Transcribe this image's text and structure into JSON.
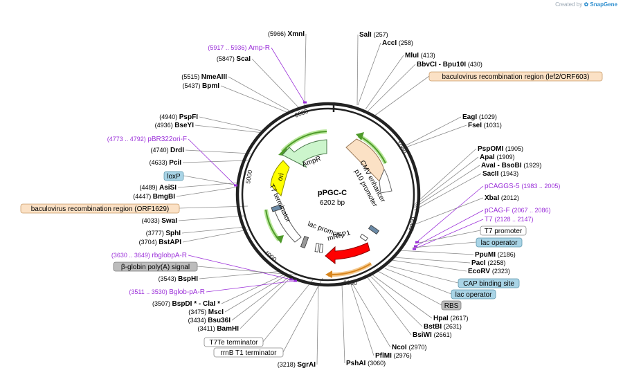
{
  "credit": {
    "prefix": "Created by",
    "brand": "SnapGene"
  },
  "plasmid": {
    "name": "pPGC-C",
    "length_label": "6202 bp"
  },
  "ring_ticks": [
    "1000",
    "2000",
    "3000",
    "4000",
    "5000",
    "6000"
  ],
  "enzyme_labels": [
    {
      "id": "xmni",
      "name": "XmnI",
      "coord": "(5966)"
    },
    {
      "id": "scai",
      "name": "ScaI",
      "coord": "(5847)"
    },
    {
      "id": "nmeaiii",
      "name": "NmeAIII",
      "coord": "(5515)"
    },
    {
      "id": "bpmi",
      "name": "BpmI",
      "coord": "(5437)"
    },
    {
      "id": "pspfi",
      "name": "PspFI",
      "coord": "(4940)"
    },
    {
      "id": "bseyi",
      "name": "BseYI",
      "coord": "(4936)"
    },
    {
      "id": "drdi",
      "name": "DrdI",
      "coord": "(4740)"
    },
    {
      "id": "pcii",
      "name": "PciI",
      "coord": "(4633)"
    },
    {
      "id": "asisi",
      "name": "AsiSI",
      "coord": "(4489)"
    },
    {
      "id": "bmgbi",
      "name": "BmgBI",
      "coord": "(4447)"
    },
    {
      "id": "swai",
      "name": "SwaI",
      "coord": "(4033)"
    },
    {
      "id": "sphi",
      "name": "SphI",
      "coord": "(3777)"
    },
    {
      "id": "bstapi",
      "name": "BstAPI",
      "coord": "(3704)"
    },
    {
      "id": "bsphi",
      "name": "BspHI",
      "coord": "(3543)"
    },
    {
      "id": "bspdi",
      "name": "BspDI * - ClaI *",
      "coord": "(3507)"
    },
    {
      "id": "msci",
      "name": "MscI",
      "coord": "(3475)"
    },
    {
      "id": "bsu36i",
      "name": "Bsu36I",
      "coord": "(3434)"
    },
    {
      "id": "bamhi",
      "name": "BamHI",
      "coord": "(3411)"
    },
    {
      "id": "sgrai",
      "name": "SgrAI",
      "coord": "(3218)"
    },
    {
      "id": "psh",
      "name": "PshAI",
      "coord": "(3060)"
    },
    {
      "id": "pflmi",
      "name": "PflMI",
      "coord": "(2976)"
    },
    {
      "id": "ncoi",
      "name": "NcoI",
      "coord": "(2970)"
    },
    {
      "id": "bsiwi",
      "name": "BsiWI",
      "coord": "(2661)"
    },
    {
      "id": "bstbi",
      "name": "BstBI",
      "coord": "(2631)"
    },
    {
      "id": "hpai",
      "name": "HpaI",
      "coord": "(2617)"
    },
    {
      "id": "ecorv",
      "name": "EcoRV",
      "coord": "(2323)"
    },
    {
      "id": "paci",
      "name": "PacI",
      "coord": "(2258)"
    },
    {
      "id": "ppumi",
      "name": "PpuMI",
      "coord": "(2186)"
    },
    {
      "id": "xbai",
      "name": "XbaI",
      "coord": "(2012)"
    },
    {
      "id": "sacii",
      "name": "SacII",
      "coord": "(1943)"
    },
    {
      "id": "avai",
      "name": "AvaI  - BsoBI",
      "coord": "(1929)"
    },
    {
      "id": "apai",
      "name": "ApaI",
      "coord": "(1909)"
    },
    {
      "id": "pspomi",
      "name": "PspOMI",
      "coord": "(1905)"
    },
    {
      "id": "fsei",
      "name": "FseI",
      "coord": "(1031)"
    },
    {
      "id": "eagi",
      "name": "EagI",
      "coord": "(1029)"
    },
    {
      "id": "bbvci",
      "name": "BbvCI  - Bpu10I",
      "coord": "(430)"
    },
    {
      "id": "mlui",
      "name": "MluI",
      "coord": "(413)"
    },
    {
      "id": "acci",
      "name": "AccI",
      "coord": "(258)"
    },
    {
      "id": "sali",
      "name": "SalI",
      "coord": "(257)"
    }
  ],
  "primer_labels": [
    {
      "id": "ampr-primer",
      "name": "Amp-R",
      "coord": "(5917 .. 5936)"
    },
    {
      "id": "pbr322ori",
      "name": "pBR322ori-F",
      "coord": "(4773 .. 4792)"
    },
    {
      "id": "rbglobpa",
      "name": "rbglobpA-R",
      "coord": "(3630 .. 3649)"
    },
    {
      "id": "bglobpa",
      "name": "Bglob-pA-R",
      "coord": "(3511 .. 3530)"
    },
    {
      "id": "pcaggs5",
      "name": "pCAGGS-5",
      "coord": "(1983 .. 2005)"
    },
    {
      "id": "pcagf",
      "name": "pCAG-F",
      "coord": "(2067 .. 2086)"
    },
    {
      "id": "t7primer",
      "name": "T7",
      "coord": "(2128 .. 2147)"
    }
  ],
  "feature_boxes": [
    {
      "id": "bac-rec-lef2",
      "text": "baculovirus recombination region (lef2/ORF603)",
      "fill": "#fbe1c5",
      "stroke": "#c99a66"
    },
    {
      "id": "loxp",
      "text": "loxP",
      "fill": "#a9d4e6",
      "stroke": "#5f97ad"
    },
    {
      "id": "bac-rec-orf1629",
      "text": "baculovirus recombination region (ORF1629)",
      "fill": "#fbe1c5",
      "stroke": "#c99a66"
    },
    {
      "id": "bglobin",
      "text": "β-globin poly(A) signal",
      "fill": "#bcbcbc",
      "stroke": "#7d7d7d"
    },
    {
      "id": "t7te",
      "text": "T7Te terminator",
      "fill": "#ffffff",
      "stroke": "#888888"
    },
    {
      "id": "rrnb",
      "text": "rrnB T1 terminator",
      "fill": "#ffffff",
      "stroke": "#888888"
    },
    {
      "id": "t7promoter",
      "text": "T7 promoter",
      "fill": "#ffffff",
      "stroke": "#888888"
    },
    {
      "id": "lacop1",
      "text": "lac operator",
      "fill": "#a9d4e6",
      "stroke": "#5f97ad"
    },
    {
      "id": "cap",
      "text": "CAP binding site",
      "fill": "#a9d4e6",
      "stroke": "#5f97ad"
    },
    {
      "id": "lacop2",
      "text": "lac operator",
      "fill": "#a9d4e6",
      "stroke": "#5f97ad"
    },
    {
      "id": "rbs",
      "text": "RBS",
      "fill": "#bcbcbc",
      "stroke": "#7d7d7d"
    }
  ],
  "inner_features": [
    {
      "id": "cmv",
      "text": "CMV enhancer",
      "color": "#fbe1c5"
    },
    {
      "id": "p10",
      "text": "p10 promoter",
      "color": "#ffffff"
    },
    {
      "id": "ampr",
      "text": "AmpR",
      "color": "#ccf5cc"
    },
    {
      "id": "ori",
      "text": "ori",
      "color": "#ffff00"
    },
    {
      "id": "t7term",
      "text": "T7 terminator",
      "color": "#ffffff"
    },
    {
      "id": "lacpro",
      "text": "lac promoter",
      "color": "#ffffff"
    },
    {
      "id": "mrfp1",
      "text": "mRFP1",
      "color": "#ff0000"
    }
  ]
}
